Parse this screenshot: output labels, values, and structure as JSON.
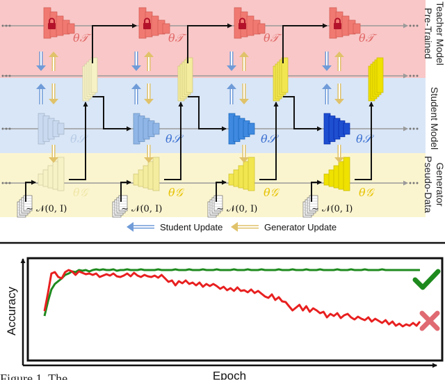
{
  "diagram": {
    "bands": {
      "teacher_label": [
        "Pre-Trained",
        "Teacher Model"
      ],
      "student_label": "Student Model",
      "generator_label": [
        "Pseudo-Data",
        "Generator"
      ]
    },
    "symbols": {
      "teacher_param": "θ𝒯",
      "student_param": "θ𝒮",
      "generator_param": "θ𝒢",
      "noise": "∼ 𝒩(0, I)"
    },
    "legend": {
      "student_update": "Student Update",
      "generator_update": "Generator Update"
    },
    "colors": {
      "teacher_band": "#f9c7c7",
      "student_band": "#d9e6f7",
      "generator_band": "#fbf5cf",
      "teacher_block": "#f07a72",
      "student_steps": [
        "#c9d9ef",
        "#8fb6e6",
        "#3f8ae0",
        "#1f4fd1"
      ],
      "generator_steps": [
        "#f7f2c6",
        "#f4ec9e",
        "#f2e650",
        "#efe100"
      ],
      "student_update_arrow": "#6f9bd8",
      "generator_update_arrow": "#e0c26a"
    }
  },
  "chart_data": {
    "type": "line",
    "title": "",
    "xlabel": "Epoch",
    "ylabel": "Accuracy",
    "ylim": [
      0,
      1
    ],
    "x": [
      0,
      1,
      2,
      3,
      4,
      5,
      6,
      7,
      8,
      9,
      10,
      11,
      12,
      13,
      14,
      15,
      16,
      17,
      18,
      19,
      20,
      21,
      22,
      23,
      24,
      25,
      26,
      27,
      28,
      29,
      30,
      31,
      32,
      33,
      34,
      35,
      36,
      37,
      38,
      39,
      40,
      41,
      42,
      43,
      44,
      45,
      46,
      47,
      48,
      49,
      50,
      51,
      52,
      53,
      54,
      55,
      56,
      57,
      58,
      59,
      60,
      61,
      62,
      63,
      64,
      65,
      66,
      67,
      68,
      69,
      70,
      71,
      72,
      73,
      74,
      75,
      76,
      77,
      78,
      79,
      80,
      81,
      82,
      83,
      84,
      85,
      86,
      87,
      88,
      89,
      90,
      91,
      92,
      93,
      94,
      95,
      96,
      97,
      98,
      99,
      100,
      101,
      102,
      103,
      104,
      105,
      106,
      107,
      108,
      109
    ],
    "series": [
      {
        "color": "#1e8a1e",
        "values": [
          0.24,
          0.45,
          0.62,
          0.7,
          0.74,
          0.78,
          0.83,
          0.85,
          0.88,
          0.87,
          0.9,
          0.89,
          0.9,
          0.88,
          0.9,
          0.91,
          0.9,
          0.91,
          0.9,
          0.9,
          0.91,
          0.89,
          0.9,
          0.9,
          0.91,
          0.9,
          0.9,
          0.9,
          0.91,
          0.9,
          0.9,
          0.9,
          0.9,
          0.91,
          0.9,
          0.9,
          0.9,
          0.9,
          0.91,
          0.9,
          0.9,
          0.9,
          0.91,
          0.9,
          0.9,
          0.9,
          0.91,
          0.9,
          0.9,
          0.9,
          0.91,
          0.9,
          0.9,
          0.9,
          0.9,
          0.91,
          0.9,
          0.9,
          0.9,
          0.91,
          0.9,
          0.9,
          0.9,
          0.91,
          0.9,
          0.9,
          0.9,
          0.9,
          0.91,
          0.9,
          0.9,
          0.9,
          0.91,
          0.9,
          0.9,
          0.9,
          0.91,
          0.9,
          0.9,
          0.9,
          0.91,
          0.9,
          0.9,
          0.9,
          0.9,
          0.91,
          0.9,
          0.9,
          0.9,
          0.91,
          0.9,
          0.9,
          0.9,
          0.91,
          0.9,
          0.9,
          0.9,
          0.9,
          0.91,
          0.9,
          0.9,
          0.9,
          0.9,
          0.9,
          0.9,
          0.9,
          0.9,
          0.9,
          0.9,
          0.9
        ]
      },
      {
        "color": "#e82020",
        "values": [
          0.31,
          0.57,
          0.85,
          0.87,
          0.8,
          0.78,
          0.87,
          0.9,
          0.88,
          0.83,
          0.88,
          0.86,
          0.84,
          0.85,
          0.83,
          0.85,
          0.8,
          0.82,
          0.84,
          0.82,
          0.85,
          0.81,
          0.8,
          0.82,
          0.85,
          0.81,
          0.86,
          0.82,
          0.8,
          0.83,
          0.81,
          0.8,
          0.82,
          0.79,
          0.83,
          0.78,
          0.73,
          0.75,
          0.68,
          0.74,
          0.71,
          0.75,
          0.7,
          0.72,
          0.68,
          0.72,
          0.66,
          0.7,
          0.67,
          0.7,
          0.67,
          0.63,
          0.66,
          0.61,
          0.64,
          0.6,
          0.65,
          0.6,
          0.61,
          0.58,
          0.62,
          0.57,
          0.6,
          0.56,
          0.52,
          0.5,
          0.55,
          0.47,
          0.51,
          0.45,
          0.44,
          0.38,
          0.32,
          0.36,
          0.4,
          0.32,
          0.38,
          0.3,
          0.35,
          0.32,
          0.28,
          0.3,
          0.22,
          0.27,
          0.24,
          0.28,
          0.21,
          0.25,
          0.27,
          0.22,
          0.19,
          0.23,
          0.2,
          0.18,
          0.22,
          0.16,
          0.2,
          0.17,
          0.14,
          0.18,
          0.12,
          0.16,
          0.1,
          0.13,
          0.09,
          0.12,
          0.1,
          0.14,
          0.1,
          0.16
        ]
      }
    ],
    "markers": {
      "success_icon_color": "#1e8a1e",
      "failure_icon_color": "#e06a72"
    }
  },
  "caption": {
    "text": "Figure 1. The … … … … … … … …"
  }
}
